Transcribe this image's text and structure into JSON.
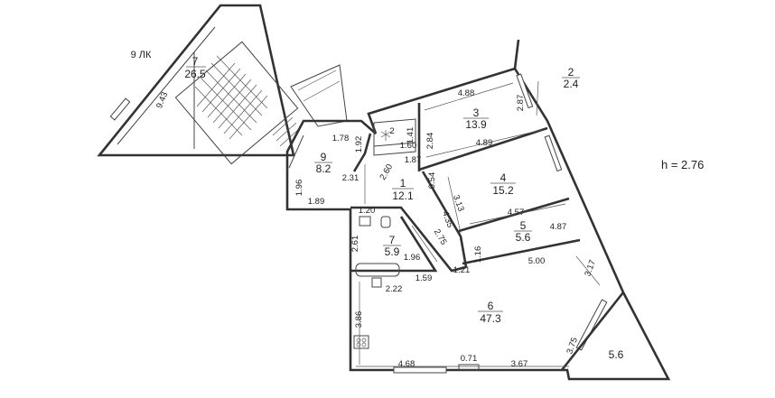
{
  "height_note": "h = 2.76",
  "rooms": [
    {
      "id": "r7a",
      "num": "7",
      "area": "26.5"
    },
    {
      "id": "r2",
      "num": "2",
      "area": "2.4"
    },
    {
      "id": "r3",
      "num": "3",
      "area": "13.9"
    },
    {
      "id": "r4",
      "num": "4",
      "area": "15.2"
    },
    {
      "id": "r5",
      "num": "5",
      "area": "5.6"
    },
    {
      "id": "r9",
      "num": "9",
      "area": "8.2"
    },
    {
      "id": "r1",
      "num": "1",
      "area": "12.1"
    },
    {
      "id": "r7b",
      "num": "7",
      "area": "5.9"
    },
    {
      "id": "r6",
      "num": "6",
      "area": "47.3"
    },
    {
      "id": "rbal",
      "num": "",
      "area": "5.6"
    }
  ],
  "labels": {
    "stair_block": "9 ЛК",
    "small_room_num": "2"
  },
  "dimensions": [
    "9.43",
    "4.88",
    "2.87",
    "1.41",
    "2.84",
    "1.60",
    "4.89",
    "1.78",
    "1.92",
    "1.87",
    "2.31",
    "2.60",
    "0.54",
    "1.96",
    "1.89",
    "3.13",
    "4.35",
    "4.57",
    "4.87",
    "1.20",
    "2.61",
    "2.75",
    "1.96",
    "1.16",
    "1.21",
    "5.00",
    "3.17",
    "2.22",
    "1.59",
    "3.86",
    "3.75",
    "4.68",
    "0.71",
    "3.67"
  ]
}
